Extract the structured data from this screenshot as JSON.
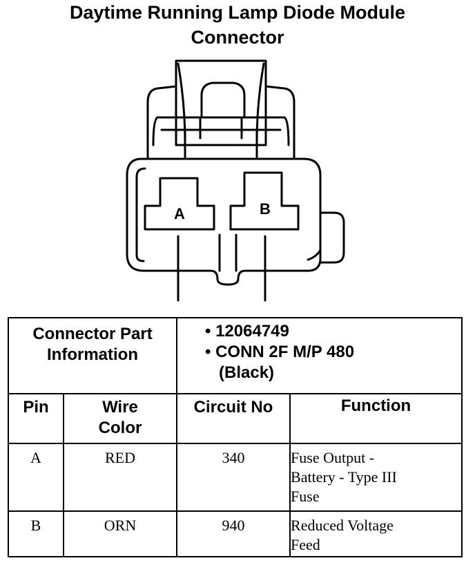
{
  "title": {
    "line1": "Daytime Running Lamp Diode Module",
    "line2": "Connector"
  },
  "connector": {
    "pin_labels": [
      "A",
      "B"
    ]
  },
  "part_info": {
    "label_line1": "Connector Part",
    "label_line2": "Information",
    "items": [
      "• 12064749",
      "• CONN 2F M/P 480",
      "(Black)"
    ]
  },
  "columns": {
    "pin": "Pin",
    "wire_color_line1": "Wire",
    "wire_color_line2": "Color",
    "circuit_no": "Circuit No",
    "function": "Function"
  },
  "rows": [
    {
      "pin": "A",
      "wire_color": "RED",
      "circuit": "340",
      "function_lines": [
        "Fuse Output -",
        "Battery - Type III",
        "Fuse"
      ]
    },
    {
      "pin": "B",
      "wire_color": "ORN",
      "circuit": "940",
      "function_lines": [
        "Reduced Voltage",
        "Feed"
      ]
    }
  ]
}
